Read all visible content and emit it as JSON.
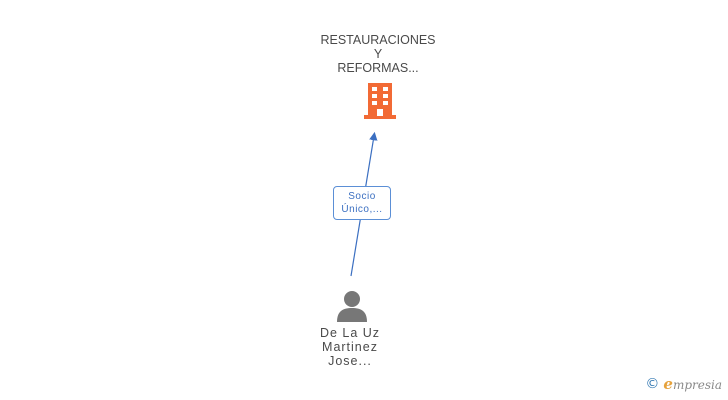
{
  "company": {
    "name_lines": [
      "RESTAURACIONES",
      "Y",
      "REFORMAS..."
    ],
    "icon": "building-icon",
    "icon_color": "#f26a35"
  },
  "person": {
    "name_lines": [
      "De La Uz",
      "Martinez",
      "Jose..."
    ],
    "icon": "person-icon",
    "icon_color": "#777777"
  },
  "relation": {
    "label_lines": [
      "Socio",
      "Único,..."
    ],
    "color": "#3b6fc1"
  },
  "footer": {
    "copyright_symbol": "©",
    "brand_first_letter": "e",
    "brand_rest": "mpresia"
  }
}
